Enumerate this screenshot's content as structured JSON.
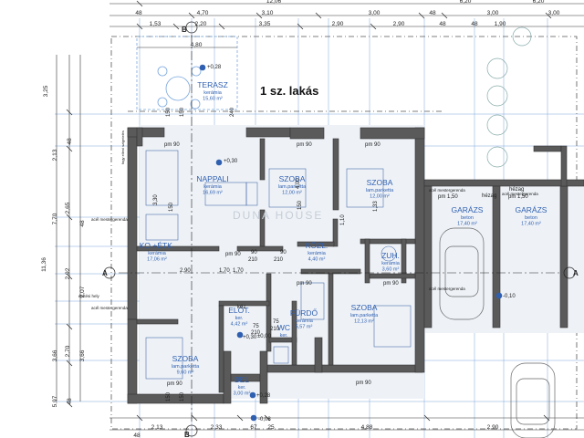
{
  "title": "1 sz. lakás",
  "colors": {
    "wall": "#4a4a4a",
    "blue": "#2f5fb0",
    "dim": "#222222",
    "grid": "#7aa6dd",
    "paint": "#cfd7e2"
  },
  "top_dims": {
    "row1": [
      "12,06",
      "6,20",
      "6,20"
    ],
    "row2": [
      "48",
      "4,70",
      "3,10",
      "3,00",
      "48",
      "3,00",
      "3,00"
    ],
    "row3": [
      "1,53",
      "2,20",
      "3,35",
      "2,90",
      "2,90",
      "48",
      "48",
      "1,90"
    ],
    "row4": [
      "4,80"
    ]
  },
  "bottom_dims": {
    "row1": [
      "2,13",
      "2,33",
      "67",
      "25",
      "4,88",
      "2,90"
    ],
    "row2": [
      "48"
    ]
  },
  "left_dims": [
    "3,25",
    "48",
    "2,13",
    "7,70",
    "2,65",
    "11,36",
    "48",
    "2,92",
    "2,07",
    "3,66",
    "2,70",
    "3,66",
    "5,97",
    "48"
  ],
  "grid_labels": {
    "A_left": "A",
    "A_right": "A",
    "B_top": "B",
    "B_bottom": "B"
  },
  "side_notes": {
    "beams": [
      "acél mestergerenda",
      "acél mestergerenda",
      "acél mestergerenda",
      "acél mestergerenda",
      "acél mestergerenda"
    ],
    "place": "építési hely",
    "level": "fagy elleni szigetelés"
  },
  "rooms": [
    {
      "name": "TERASZ",
      "floor": "kerámia",
      "area": "15,60 m²"
    },
    {
      "name": "NAPPALI",
      "floor": "kerámia",
      "area": "16,69 m²"
    },
    {
      "name": "SZOBA",
      "floor": "lam.parketta",
      "area": "12,00 m²"
    },
    {
      "name": "SZOBA",
      "floor": "lam.parketta",
      "area": "12,00 m²"
    },
    {
      "name": "KO.+ÉTK.",
      "floor": "kerámia",
      "area": "17,06 m²"
    },
    {
      "name": "KÖZL.",
      "floor": "kerámia",
      "area": "4,40 m²"
    },
    {
      "name": "ZUH.",
      "floor": "kerámia",
      "area": "3,60 m²"
    },
    {
      "name": "FÜRDŐ",
      "floor": "kerámia",
      "area": "5,57 m²"
    },
    {
      "name": "SZOBA",
      "floor": "lam.parketta",
      "area": "12,13 m²"
    },
    {
      "name": "ELŐT.",
      "floor": "ker.",
      "area": "4,42 m²"
    },
    {
      "name": "WC",
      "floor": "ker.",
      "area": ""
    },
    {
      "name": "SZOBA",
      "floor": "lam.parketta",
      "area": "9,60 m²"
    },
    {
      "name": "BEL",
      "floor": "ker.",
      "area": "3,00 m²"
    },
    {
      "name": "GARÁZS",
      "floor": "beton",
      "area": "17,40 m²"
    },
    {
      "name": "GARÁZS",
      "floor": "beton",
      "area": "17,40 m²"
    }
  ],
  "levels": [
    "+0,28",
    "+0,30",
    "+0,30",
    "±0,00",
    "+0,28",
    "-0,08",
    "-0,10"
  ],
  "openings": [
    "pm 90",
    "pm 90",
    "pm 90",
    "pm 90",
    "pm 90",
    "pm 90",
    "pm 1,50",
    "pm 1,50",
    "pm 90",
    "pm 90"
  ],
  "misc_labels": [
    "150",
    "150",
    "240",
    "150",
    "150",
    "150",
    "150",
    "90",
    "210",
    "90",
    "210",
    "75",
    "210",
    "75",
    "210",
    "4,00",
    "3,30",
    "1,70",
    "2,90",
    "1,70",
    "1,10",
    "1,33",
    "kéz",
    "hézag",
    "hézag"
  ],
  "watermark": "DUNA HOUSE"
}
